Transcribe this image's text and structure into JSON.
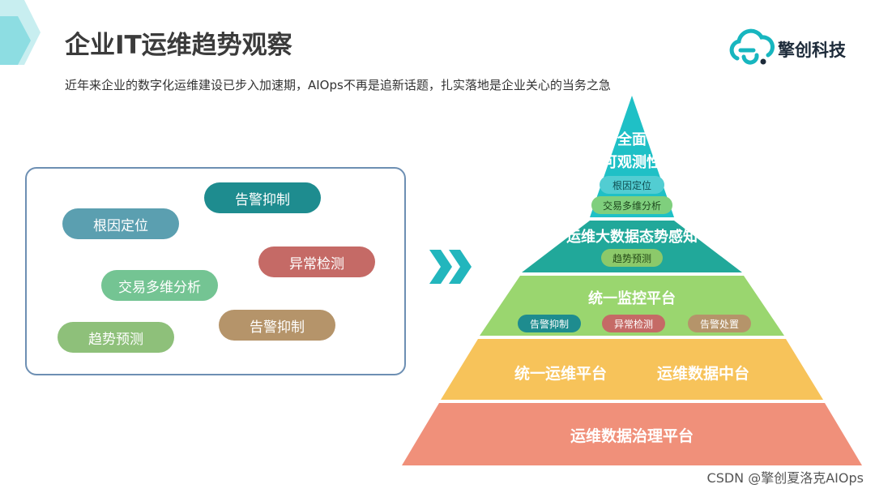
{
  "header": {
    "title": "企业IT运维趋势观察",
    "subtitle": "近年来企业的数字化运维建设已步入加速期，AIOps不再是追新话题，扎实落地是企业关心的当务之急"
  },
  "logo": {
    "text": "擎创科技",
    "icon": "cloud-logo-icon",
    "color": "#17b6bf"
  },
  "tags": [
    {
      "label": "告警抑制",
      "color": "#1e8c8f"
    },
    {
      "label": "根因定位",
      "color": "#5b9fb0"
    },
    {
      "label": "异常检测",
      "color": "#c56a66"
    },
    {
      "label": "交易多维分析",
      "color": "#74c493"
    },
    {
      "label": "告警抑制",
      "color": "#b5946a"
    },
    {
      "label": "趋势预测",
      "color": "#8ec07a"
    }
  ],
  "arrow_icon": "double-chevron-right-icon",
  "pyramid": {
    "tier1": {
      "line1": "全面",
      "line2": "可观测性",
      "chips": [
        "根因定位",
        "交易多维分析"
      ],
      "color": "#1fc0c6"
    },
    "tier2": {
      "label": "运维大数据态势感知",
      "chips": [
        "趋势预测"
      ],
      "color": "#21a89a"
    },
    "tier3": {
      "label": "统一监控平台",
      "chips": [
        "告警抑制",
        "异常检测",
        "告警处置"
      ],
      "color": "#9ad66f"
    },
    "tier4": {
      "left": "统一运维平台",
      "right": "运维数据中台",
      "color": "#f7c35a"
    },
    "tier5": {
      "label": "运维数据治理平台",
      "color": "#f0907a"
    }
  },
  "watermark": "CSDN @擎创夏洛克AIOps"
}
